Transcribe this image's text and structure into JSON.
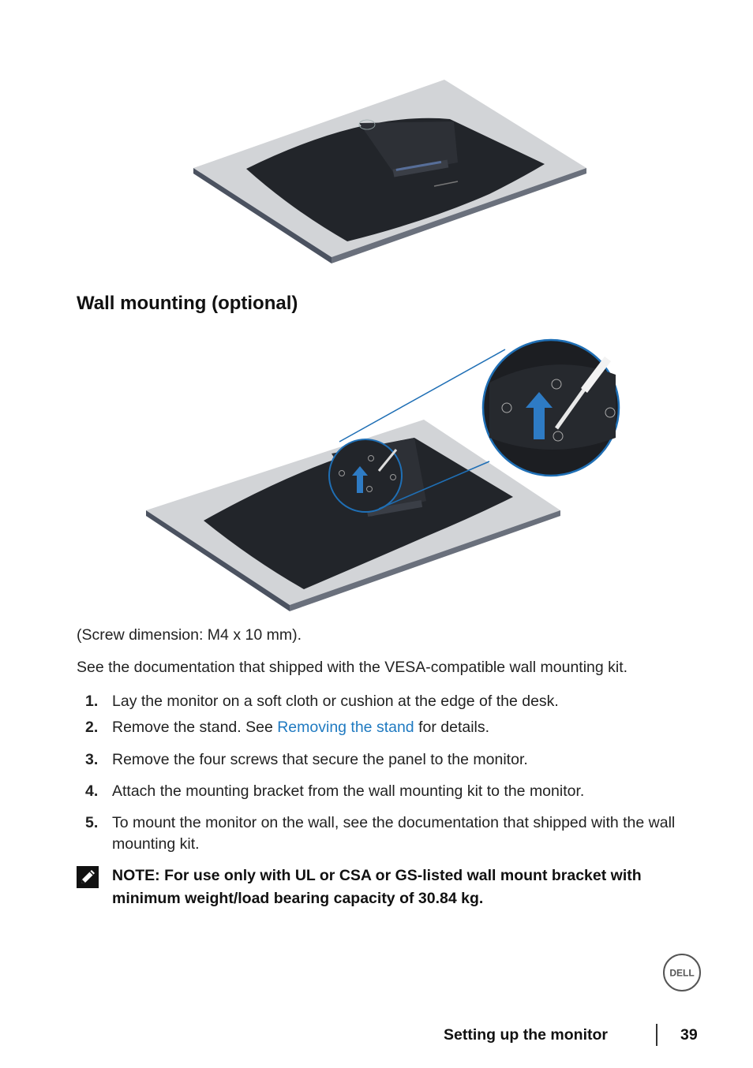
{
  "heading": "Wall mounting (optional)",
  "caption": "(Screw dimension: M4 x 10 mm).",
  "intro": "See the documentation that shipped with the VESA-compatible wall mounting kit.",
  "steps": [
    {
      "num": "1.",
      "text": "Lay the monitor on a soft cloth or cushion at the edge of the desk."
    },
    {
      "num": "2.",
      "text_before": "Remove the stand. See ",
      "link": "Removing the stand",
      "text_after": " for details."
    },
    {
      "num": "3.",
      "text": "Remove the four screws that secure the panel to the monitor."
    },
    {
      "num": "4.",
      "text": "Attach the mounting bracket from the wall mounting kit to the monitor."
    },
    {
      "num": "5.",
      "text": "To mount the monitor on the wall, see the documentation that shipped with the wall mounting kit."
    }
  ],
  "note": "NOTE: For use only with UL or CSA or GS-listed wall mount bracket with minimum weight/load bearing capacity of 30.84 kg.",
  "logo_text": "DELL",
  "footer": {
    "title": "Setting up the monitor",
    "page": "39"
  },
  "colors": {
    "link": "#1f7ac1",
    "callout": "#1f6fb5",
    "arrow": "#2e7bc4",
    "panel": "#26282c",
    "table": "#cfd1d4"
  },
  "icons": [
    "dell-logo-icon",
    "note-pencil-icon",
    "screwdriver-icon",
    "up-arrow-icon",
    "screw-icon"
  ]
}
